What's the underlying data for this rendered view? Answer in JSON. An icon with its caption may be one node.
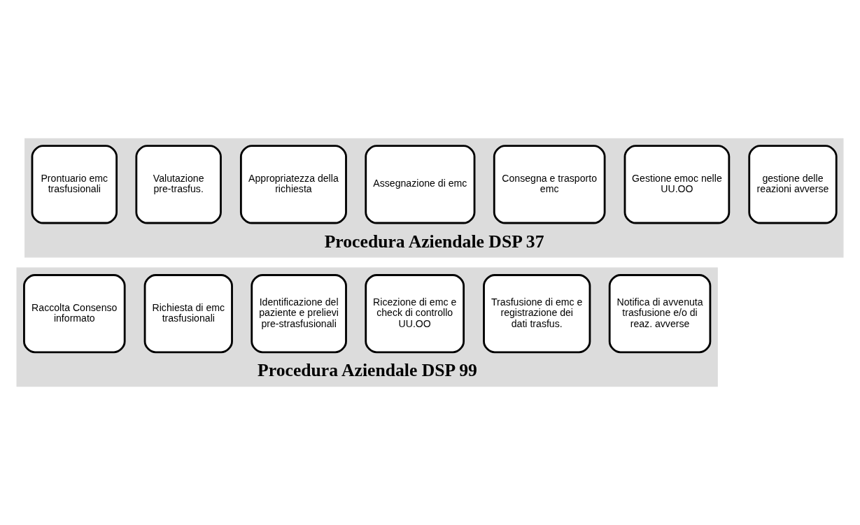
{
  "diagram": {
    "nodes": [
      {
        "text": [
          "Procedura Aziendale DSP 37"
        ]
      },
      {
        "text": [
          "Prontuario emc trasfusionali"
        ],
        "in": 0
      },
      {
        "text": [
          "Valutazione pre-trasfus."
        ],
        "in": 0
      },
      {
        "text": [
          "Appropriatezza della richiesta"
        ],
        "in": 0
      },
      {
        "text": [
          "Assegnazione di emc"
        ],
        "in": 0
      },
      {
        "text": [
          "Consegna e trasporto emc"
        ],
        "in": 0
      },
      {
        "text": [
          "Gestione emoc nelle UU.OO"
        ],
        "in": 0
      },
      {
        "text": [
          "gestione delle reazioni avverse"
        ],
        "in": 0
      },
      {
        "text": [
          "Procedura Aziendale DSP 99"
        ]
      },
      {
        "text": [
          "Raccolta Consenso informato"
        ],
        "in": 8
      },
      {
        "text": [
          "Richiesta di emc trasfusionali"
        ],
        "in": 8
      },
      {
        "text": [
          "Identificazione del paziente e prelievi pre-strasfusionali"
        ],
        "in": 8
      },
      {
        "text": [
          "Ricezione di emc e check di controllo UU.OO"
        ],
        "in": 8
      },
      {
        "text": [
          "Trasfusione di emc e registrazione dei dati trasfus."
        ],
        "in": 8
      },
      {
        "text": [
          "Notifica di avvenuta trasfusione e/o di reaz. avverse"
        ],
        "in": 8
      }
    ],
    "edges": []
  }
}
